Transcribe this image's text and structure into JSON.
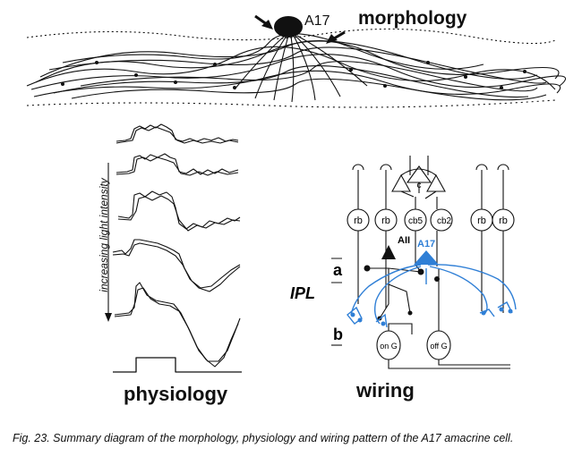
{
  "morphology": {
    "title": "morphology",
    "cell_label": "A17"
  },
  "physiology": {
    "title": "physiology",
    "axis_label": "increasing light intensity"
  },
  "wiring": {
    "title": "wiring",
    "ipl_label": "IPL",
    "sublamina_a": "a",
    "sublamina_b": "b",
    "cells": {
      "rod_bipolar": "rb",
      "cone_bipolar_5": "cb5",
      "cone_bipolar_2": "cb2",
      "cone": "c",
      "aii": "AII",
      "a17": "A17",
      "on_ganglion": "on G",
      "off_ganglion": "off G"
    },
    "colors": {
      "a17": "#2f7fd6",
      "ink": "#111111"
    }
  },
  "caption": "Fig. 23. Summary diagram of the morphology, physiology and wiring pattern of the A17 amacrine cell."
}
